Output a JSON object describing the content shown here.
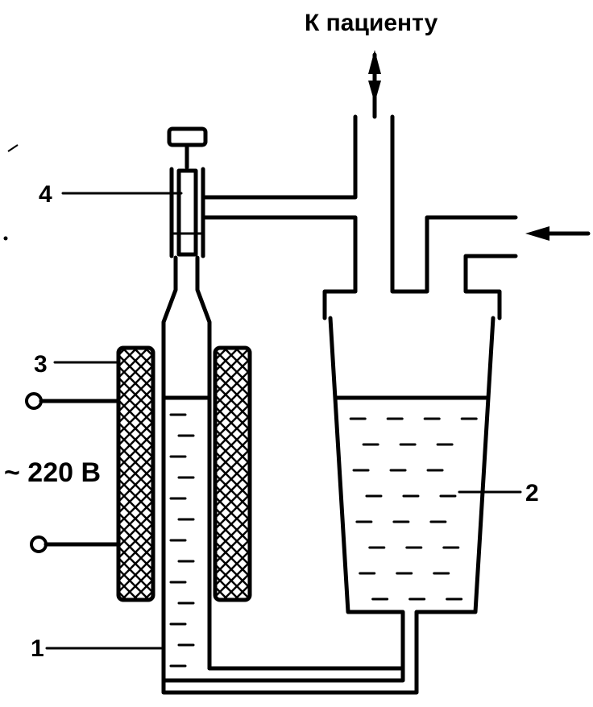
{
  "title": "К пациенту",
  "voltage_label": "~ 220 В",
  "labels": {
    "l1": "1",
    "l2": "2",
    "l3": "3",
    "l4": "4"
  }
}
